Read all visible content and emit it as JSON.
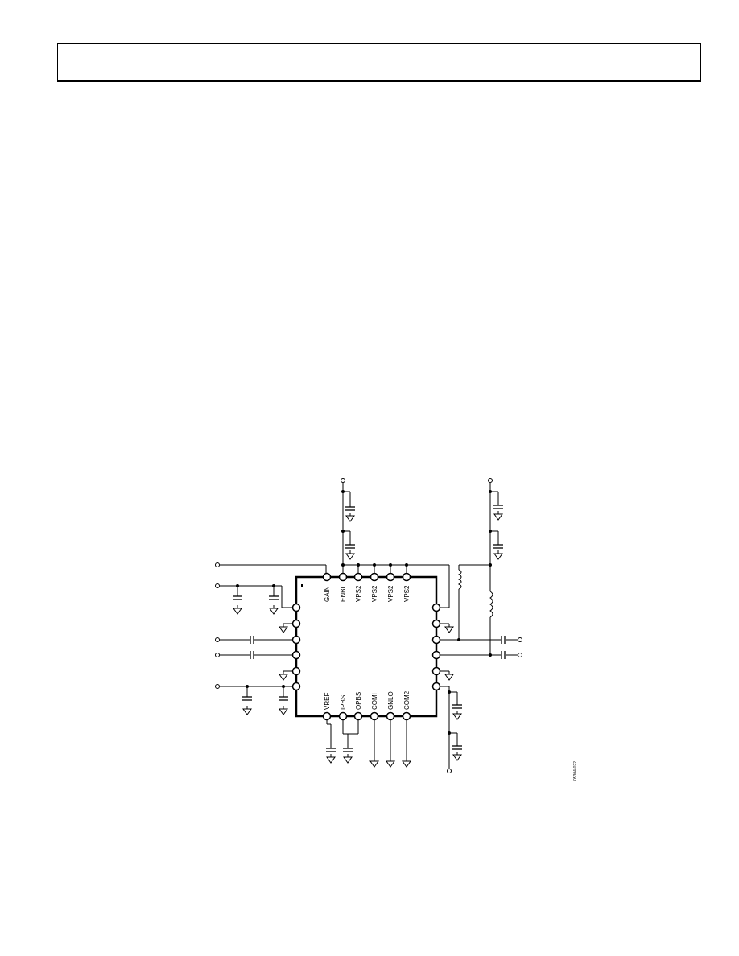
{
  "header": {
    "title": ""
  },
  "schematic": {
    "top_pins": [
      "GAIN",
      "ENBL",
      "VPS2",
      "VPS2",
      "VPS2",
      "VPS2"
    ],
    "bottom_pins": [
      "VREF",
      "IPBS",
      "OPBS",
      "COMI",
      "GNLO",
      "COM2"
    ],
    "figure_id": "05304-022"
  }
}
